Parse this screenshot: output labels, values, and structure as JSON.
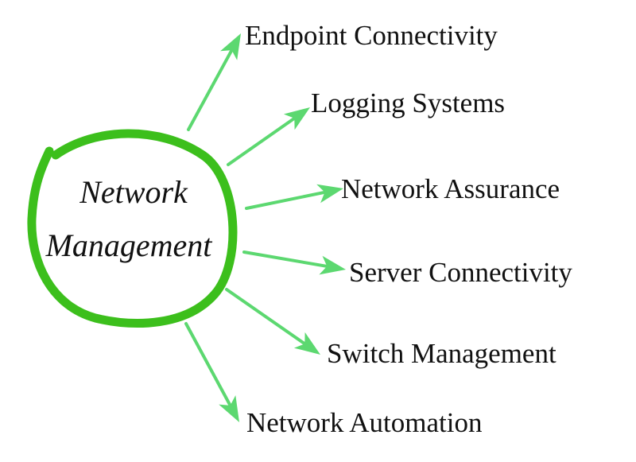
{
  "diagram": {
    "type": "radial-concept-map",
    "center": {
      "line1": "Network",
      "line2": "Management",
      "ring_color": "#3cbf1c"
    },
    "arrow_color": "#5cd870",
    "text_color": "#111111",
    "branches": [
      {
        "label": "Endpoint Connectivity"
      },
      {
        "label": "Logging Systems"
      },
      {
        "label": "Network Assurance"
      },
      {
        "label": "Server Connectivity"
      },
      {
        "label": "Switch Management"
      },
      {
        "label": "Network Automation"
      }
    ]
  }
}
